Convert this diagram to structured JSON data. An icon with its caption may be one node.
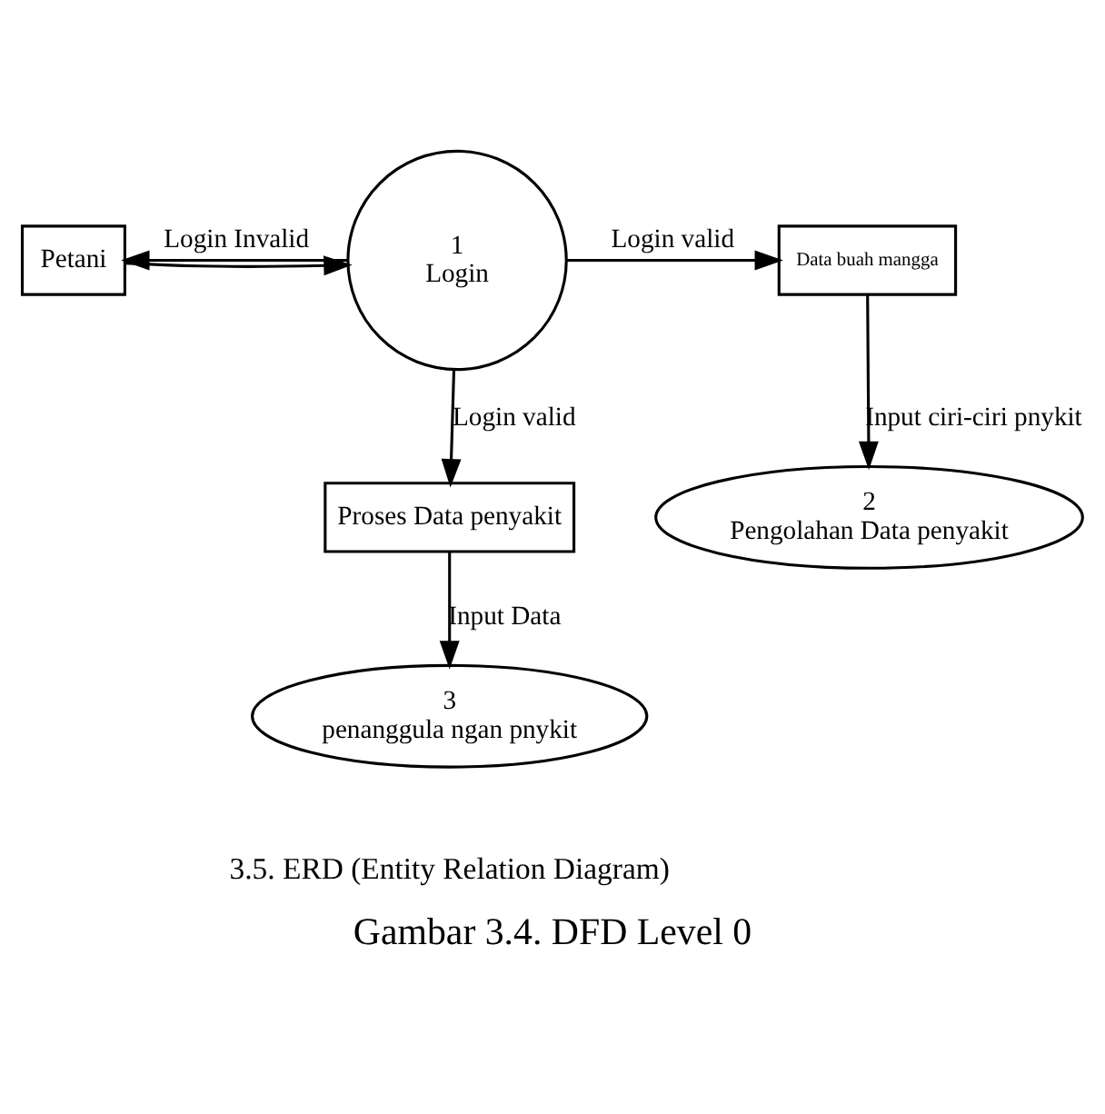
{
  "diagram": {
    "caption": "Gambar 3.4. DFD Level 0",
    "nodes": [
      {
        "text": [
          "Petani"
        ]
      },
      {
        "text": [
          "1",
          "Login"
        ]
      },
      {
        "text": [
          "Data buah mangga"
        ]
      },
      {
        "text": [
          "2",
          "Pengolahan Data penyakit"
        ]
      },
      {
        "text": [
          "Proses Data penyakit"
        ]
      },
      {
        "text": [
          "3",
          "penanggula ngan pnykit"
        ]
      }
    ],
    "edges": [
      {
        "from": 0,
        "to": 1,
        "arrow": "to"
      },
      {
        "from": 1,
        "to": 2,
        "arrow": "to",
        "label": "Login valid"
      },
      {
        "from": 1,
        "to": 0,
        "arrow": "to",
        "label": "Login Invalid"
      },
      {
        "from": 2,
        "to": 3,
        "arrow": "to",
        "label": "Input ciri-ciri pnykit"
      },
      {
        "from": 1,
        "to": 4,
        "arrow": "to",
        "label": "Login valid"
      },
      {
        "from": 4,
        "to": 5,
        "arrow": "to",
        "label": "Input Data"
      }
    ],
    "labels": [
      "3.5. ERD (Entity Relation Diagram)"
    ]
  }
}
